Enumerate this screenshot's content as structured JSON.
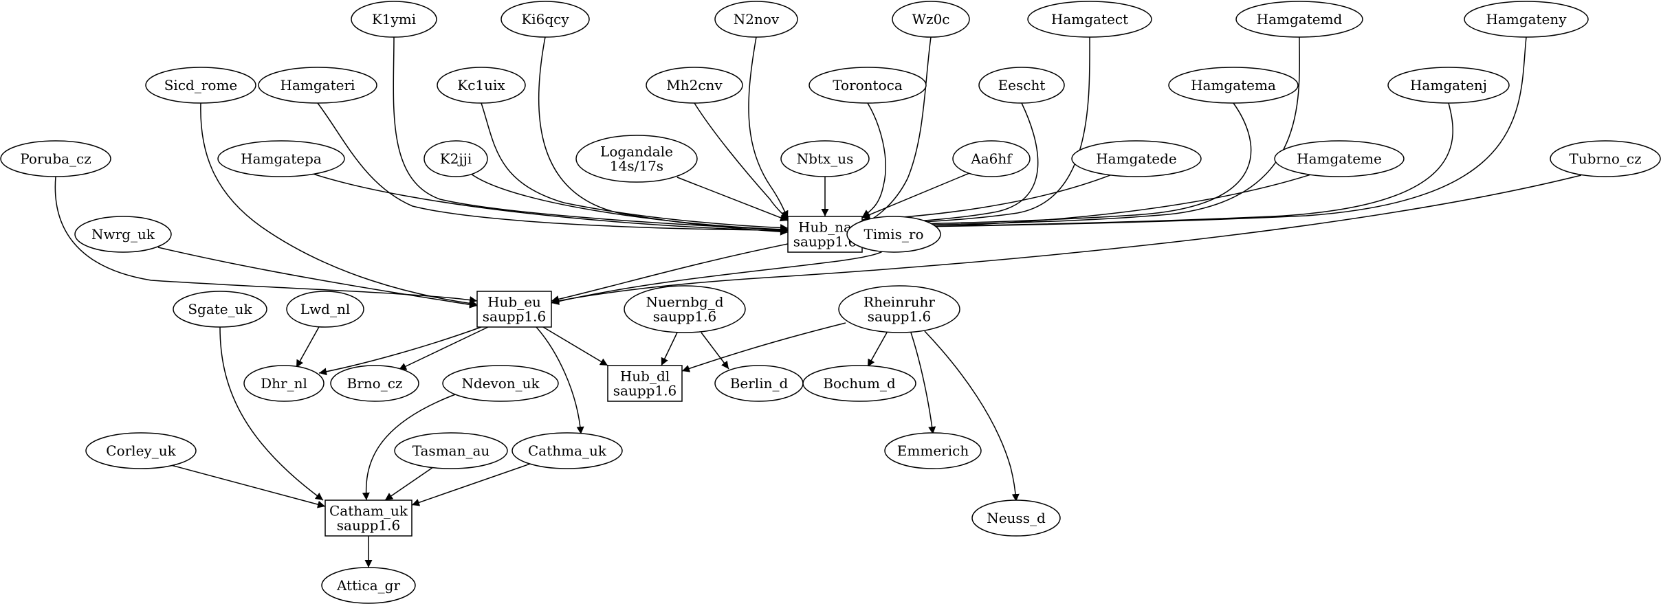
{
  "diagram": {
    "nodes": [
      {
        "id": "k1ymi",
        "lines": [
          "K1ymi"
        ],
        "shape": "ellipse"
      },
      {
        "id": "ki6qcy",
        "lines": [
          "Ki6qcy"
        ],
        "shape": "ellipse"
      },
      {
        "id": "n2nov",
        "lines": [
          "N2nov"
        ],
        "shape": "ellipse"
      },
      {
        "id": "wz0c",
        "lines": [
          "Wz0c"
        ],
        "shape": "ellipse"
      },
      {
        "id": "hamgatect",
        "lines": [
          "Hamgatect"
        ],
        "shape": "ellipse"
      },
      {
        "id": "hamgatemd",
        "lines": [
          "Hamgatemd"
        ],
        "shape": "ellipse"
      },
      {
        "id": "hamgateny",
        "lines": [
          "Hamgateny"
        ],
        "shape": "ellipse"
      },
      {
        "id": "sicd_rome",
        "lines": [
          "Sicd_rome"
        ],
        "shape": "ellipse"
      },
      {
        "id": "hamgateri",
        "lines": [
          "Hamgateri"
        ],
        "shape": "ellipse"
      },
      {
        "id": "kc1uix",
        "lines": [
          "Kc1uix"
        ],
        "shape": "ellipse"
      },
      {
        "id": "mh2cnv",
        "lines": [
          "Mh2cnv"
        ],
        "shape": "ellipse"
      },
      {
        "id": "torontoca",
        "lines": [
          "Torontoca"
        ],
        "shape": "ellipse"
      },
      {
        "id": "eescht",
        "lines": [
          "Eescht"
        ],
        "shape": "ellipse"
      },
      {
        "id": "hamgatema",
        "lines": [
          "Hamgatema"
        ],
        "shape": "ellipse"
      },
      {
        "id": "hamgatenj",
        "lines": [
          "Hamgatenj"
        ],
        "shape": "ellipse"
      },
      {
        "id": "poruba_cz",
        "lines": [
          "Poruba_cz"
        ],
        "shape": "ellipse"
      },
      {
        "id": "hamgatepa",
        "lines": [
          "Hamgatepa"
        ],
        "shape": "ellipse"
      },
      {
        "id": "k2jji",
        "lines": [
          "K2jji"
        ],
        "shape": "ellipse"
      },
      {
        "id": "logandale",
        "lines": [
          "Logandale",
          "14s/17s"
        ],
        "shape": "ellipse"
      },
      {
        "id": "nbtx_us",
        "lines": [
          "Nbtx_us"
        ],
        "shape": "ellipse"
      },
      {
        "id": "aa6hf",
        "lines": [
          "Aa6hf"
        ],
        "shape": "ellipse"
      },
      {
        "id": "hamgatede",
        "lines": [
          "Hamgatede"
        ],
        "shape": "ellipse"
      },
      {
        "id": "hamgateme",
        "lines": [
          "Hamgateme"
        ],
        "shape": "ellipse"
      },
      {
        "id": "tubrno_cz",
        "lines": [
          "Tubrno_cz"
        ],
        "shape": "ellipse"
      },
      {
        "id": "nwrg_uk",
        "lines": [
          "Nwrg_uk"
        ],
        "shape": "ellipse"
      },
      {
        "id": "hub_na",
        "lines": [
          "Hub_na",
          "saupp1.6"
        ],
        "shape": "box"
      },
      {
        "id": "timis_ro",
        "lines": [
          "Timis_ro"
        ],
        "shape": "ellipse"
      },
      {
        "id": "sgate_uk",
        "lines": [
          "Sgate_uk"
        ],
        "shape": "ellipse"
      },
      {
        "id": "lwd_nl",
        "lines": [
          "Lwd_nl"
        ],
        "shape": "ellipse"
      },
      {
        "id": "hub_eu",
        "lines": [
          "Hub_eu",
          "saupp1.6"
        ],
        "shape": "box"
      },
      {
        "id": "nuernbg_d",
        "lines": [
          "Nuernbg_d",
          "saupp1.6"
        ],
        "shape": "ellipse"
      },
      {
        "id": "rheinruhr",
        "lines": [
          "Rheinruhr",
          "saupp1.6"
        ],
        "shape": "ellipse"
      },
      {
        "id": "dhr_nl",
        "lines": [
          "Dhr_nl"
        ],
        "shape": "ellipse"
      },
      {
        "id": "brno_cz",
        "lines": [
          "Brno_cz"
        ],
        "shape": "ellipse"
      },
      {
        "id": "ndevon_uk",
        "lines": [
          "Ndevon_uk"
        ],
        "shape": "ellipse"
      },
      {
        "id": "hub_dl",
        "lines": [
          "Hub_dl",
          "saupp1.6"
        ],
        "shape": "box"
      },
      {
        "id": "berlin_d",
        "lines": [
          "Berlin_d"
        ],
        "shape": "ellipse"
      },
      {
        "id": "bochum_d",
        "lines": [
          "Bochum_d"
        ],
        "shape": "ellipse"
      },
      {
        "id": "corley_uk",
        "lines": [
          "Corley_uk"
        ],
        "shape": "ellipse"
      },
      {
        "id": "tasman_au",
        "lines": [
          "Tasman_au"
        ],
        "shape": "ellipse"
      },
      {
        "id": "cathma_uk",
        "lines": [
          "Cathma_uk"
        ],
        "shape": "ellipse"
      },
      {
        "id": "emmerich",
        "lines": [
          "Emmerich"
        ],
        "shape": "ellipse"
      },
      {
        "id": "catham_uk",
        "lines": [
          "Catham_uk",
          "saupp1.6"
        ],
        "shape": "box"
      },
      {
        "id": "neuss_d",
        "lines": [
          "Neuss_d"
        ],
        "shape": "ellipse"
      },
      {
        "id": "attica_gr",
        "lines": [
          "Attica_gr"
        ],
        "shape": "ellipse"
      }
    ],
    "edges": [
      {
        "from": "k1ymi",
        "to": "hub_na"
      },
      {
        "from": "ki6qcy",
        "to": "hub_na"
      },
      {
        "from": "n2nov",
        "to": "hub_na"
      },
      {
        "from": "wz0c",
        "to": "hub_na"
      },
      {
        "from": "hamgatect",
        "to": "hub_na"
      },
      {
        "from": "hamgatemd",
        "to": "hub_na"
      },
      {
        "from": "hamgateny",
        "to": "hub_na"
      },
      {
        "from": "hamgateri",
        "to": "hub_na"
      },
      {
        "from": "kc1uix",
        "to": "hub_na"
      },
      {
        "from": "mh2cnv",
        "to": "hub_na"
      },
      {
        "from": "torontoca",
        "to": "hub_na"
      },
      {
        "from": "eescht",
        "to": "hub_na"
      },
      {
        "from": "hamgatema",
        "to": "hub_na"
      },
      {
        "from": "hamgatenj",
        "to": "hub_na"
      },
      {
        "from": "hamgatepa",
        "to": "hub_na"
      },
      {
        "from": "k2jji",
        "to": "hub_na"
      },
      {
        "from": "logandale",
        "to": "hub_na"
      },
      {
        "from": "nbtx_us",
        "to": "hub_na"
      },
      {
        "from": "aa6hf",
        "to": "hub_na"
      },
      {
        "from": "hamgatede",
        "to": "hub_na"
      },
      {
        "from": "hamgateme",
        "to": "hub_na"
      },
      {
        "from": "sicd_rome",
        "to": "hub_eu"
      },
      {
        "from": "poruba_cz",
        "to": "hub_eu"
      },
      {
        "from": "nwrg_uk",
        "to": "hub_eu"
      },
      {
        "from": "hub_na",
        "to": "hub_eu"
      },
      {
        "from": "timis_ro",
        "to": "hub_eu"
      },
      {
        "from": "tubrno_cz",
        "to": "hub_eu"
      },
      {
        "from": "hub_eu",
        "to": "dhr_nl"
      },
      {
        "from": "lwd_nl",
        "to": "dhr_nl"
      },
      {
        "from": "hub_eu",
        "to": "brno_cz"
      },
      {
        "from": "hub_eu",
        "to": "hub_dl"
      },
      {
        "from": "hub_eu",
        "to": "cathma_uk"
      },
      {
        "from": "nuernbg_d",
        "to": "hub_dl"
      },
      {
        "from": "nuernbg_d",
        "to": "berlin_d"
      },
      {
        "from": "rheinruhr",
        "to": "hub_dl"
      },
      {
        "from": "rheinruhr",
        "to": "bochum_d"
      },
      {
        "from": "rheinruhr",
        "to": "emmerich"
      },
      {
        "from": "rheinruhr",
        "to": "neuss_d"
      },
      {
        "from": "sgate_uk",
        "to": "catham_uk"
      },
      {
        "from": "ndevon_uk",
        "to": "catham_uk"
      },
      {
        "from": "corley_uk",
        "to": "catham_uk"
      },
      {
        "from": "tasman_au",
        "to": "catham_uk"
      },
      {
        "from": "cathma_uk",
        "to": "catham_uk"
      },
      {
        "from": "catham_uk",
        "to": "attica_gr"
      }
    ]
  }
}
